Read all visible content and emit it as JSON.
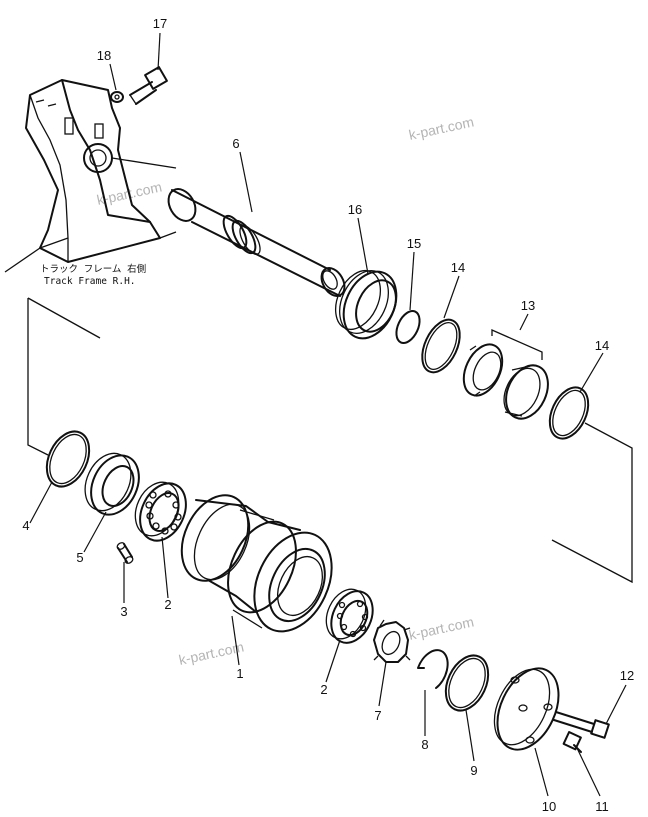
{
  "caption": {
    "jp": "トラック フレーム 右側",
    "en": "Track Frame R.H."
  },
  "watermark": "k-part.com",
  "callouts": {
    "p1": "1",
    "p2a": "2",
    "p2b": "2",
    "p3": "3",
    "p4": "4",
    "p5": "5",
    "p6": "6",
    "p7": "7",
    "p8": "8",
    "p9": "9",
    "p10": "10",
    "p11": "11",
    "p12": "12",
    "p13": "13",
    "p14a": "14",
    "p14b": "14",
    "p15": "15",
    "p16": "16",
    "p17": "17",
    "p18": "18"
  }
}
